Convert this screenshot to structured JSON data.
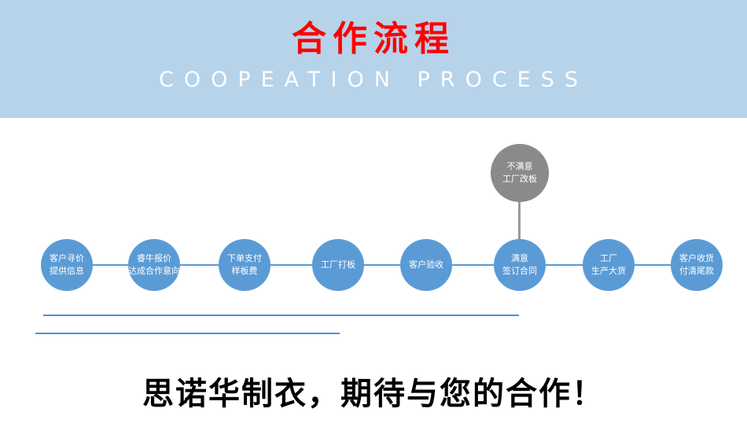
{
  "banner": {
    "title": "合作流程",
    "subtitle": "COOPEATION PROCESS"
  },
  "flow": {
    "steps": [
      {
        "line1": "客户寻价",
        "line2": "提供信息"
      },
      {
        "line1": "睿牛报价",
        "line2": "达成合作意向"
      },
      {
        "line1": "下单支付",
        "line2": "样板费"
      },
      {
        "line1": "工厂打板",
        "line2": ""
      },
      {
        "line1": "客户验收",
        "line2": ""
      },
      {
        "line1": "满意",
        "line2": "签订合同"
      },
      {
        "line1": "工厂",
        "line2": "生产大货"
      },
      {
        "line1": "客户收货",
        "line2": "付清尾款"
      }
    ],
    "branch": {
      "line1": "不满意",
      "line2": "工厂改板"
    }
  },
  "footer": {
    "slogan": "思诺华制衣，期待与您的合作！"
  },
  "colors": {
    "banner_bg": "#b6d3ea",
    "title_red": "#fe0000",
    "circle_blue": "#5b9bd5",
    "circle_gray": "#8a8a8a",
    "line_blue": "#4a90d9"
  }
}
